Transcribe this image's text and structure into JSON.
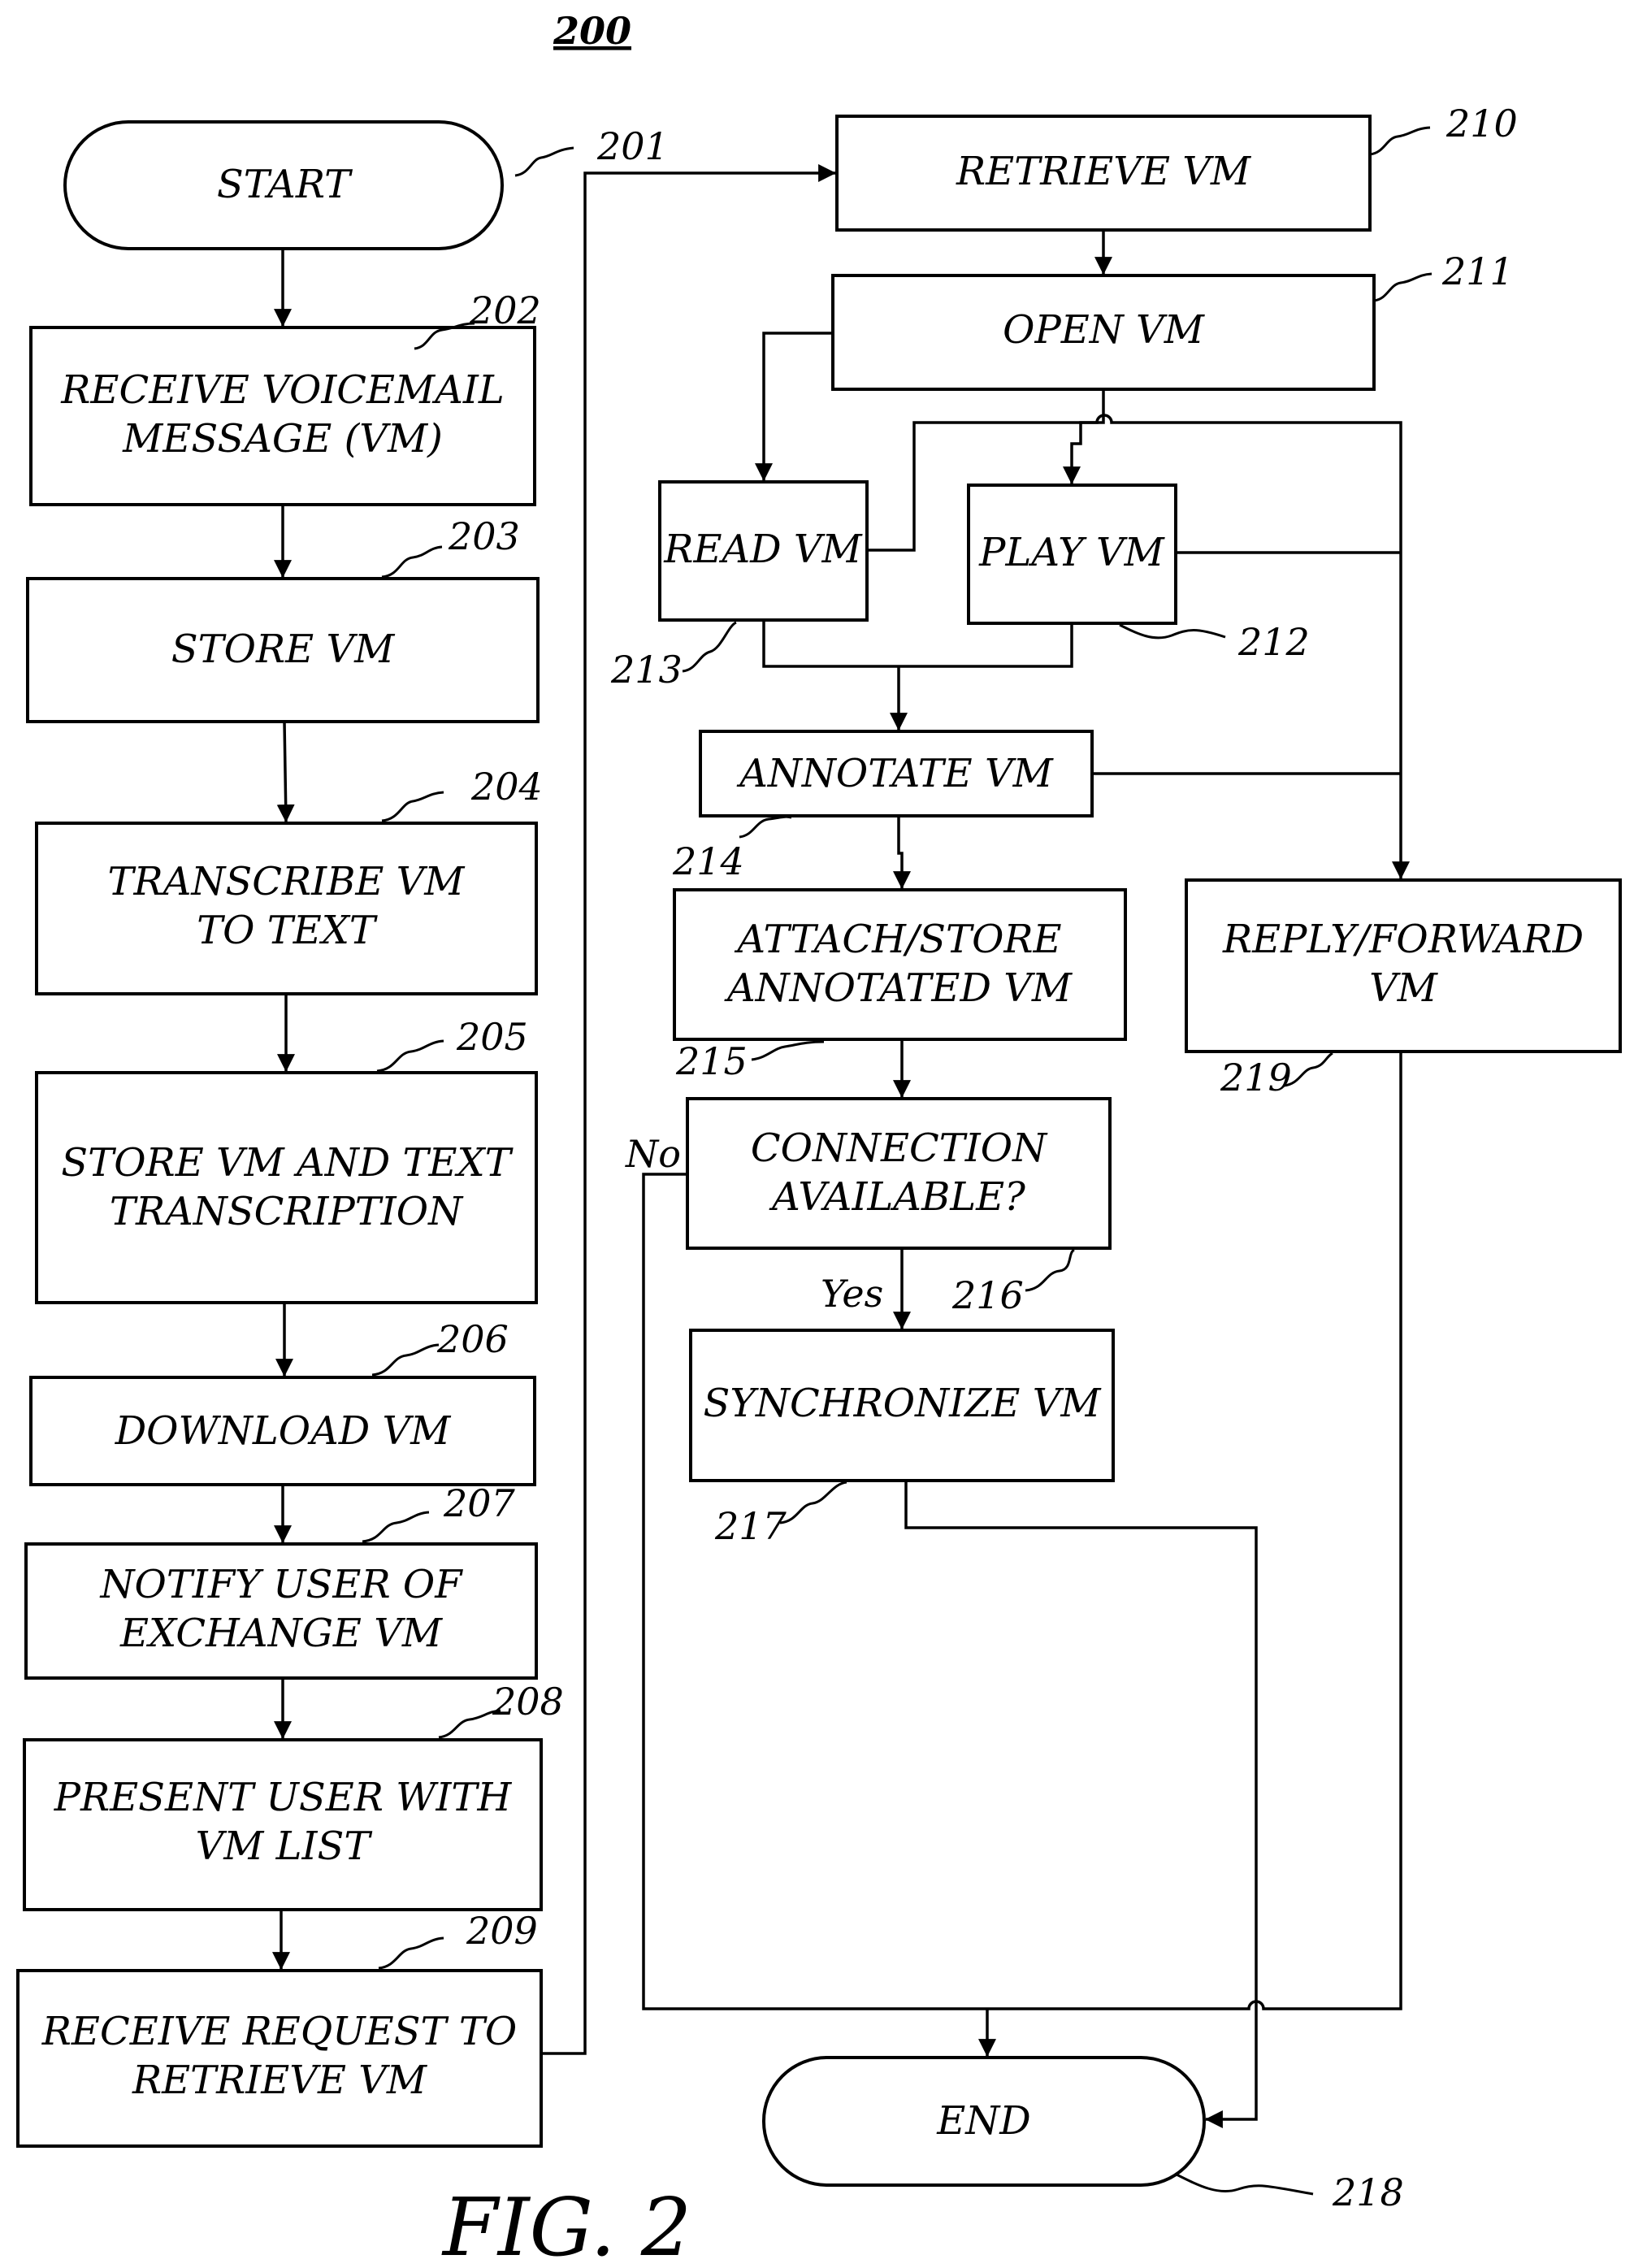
{
  "diagram_number": "200",
  "figure_label": "FIG. 2",
  "nodes": {
    "start": {
      "lines": [
        "START"
      ],
      "ref": "201"
    },
    "receive_vm": {
      "lines": [
        "RECEIVE VOICEMAIL",
        "MESSAGE (VM)"
      ],
      "ref": "202"
    },
    "store_vm": {
      "lines": [
        "STORE VM"
      ],
      "ref": "203"
    },
    "transcribe": {
      "lines": [
        "TRANSCRIBE VM",
        "TO TEXT"
      ],
      "ref": "204"
    },
    "store_text": {
      "lines": [
        "STORE VM AND TEXT",
        "TRANSCRIPTION"
      ],
      "ref": "205"
    },
    "download": {
      "lines": [
        "DOWNLOAD VM"
      ],
      "ref": "206"
    },
    "notify": {
      "lines": [
        "NOTIFY USER OF",
        "EXCHANGE VM"
      ],
      "ref": "207"
    },
    "present": {
      "lines": [
        "PRESENT USER WITH",
        "VM LIST"
      ],
      "ref": "208"
    },
    "request": {
      "lines": [
        "RECEIVE REQUEST TO",
        "RETRIEVE VM"
      ],
      "ref": "209"
    },
    "retrieve": {
      "lines": [
        "RETRIEVE VM"
      ],
      "ref": "210"
    },
    "open": {
      "lines": [
        "OPEN VM"
      ],
      "ref": "211"
    },
    "play": {
      "lines": [
        "PLAY VM"
      ],
      "ref": "212"
    },
    "read": {
      "lines": [
        "READ VM"
      ],
      "ref": "213"
    },
    "annotate": {
      "lines": [
        "ANNOTATE VM"
      ],
      "ref": "214"
    },
    "attach": {
      "lines": [
        "ATTACH/STORE",
        "ANNOTATED VM"
      ],
      "ref": "215"
    },
    "connection": {
      "lines": [
        "CONNECTION",
        "AVAILABLE?"
      ],
      "ref": "216"
    },
    "sync": {
      "lines": [
        "SYNCHRONIZE VM"
      ],
      "ref": "217"
    },
    "end": {
      "lines": [
        "END"
      ],
      "ref": "218"
    },
    "reply": {
      "lines": [
        "REPLY/FORWARD",
        "VM"
      ],
      "ref": "219"
    }
  },
  "edge_labels": {
    "no": "No",
    "yes": "Yes"
  }
}
